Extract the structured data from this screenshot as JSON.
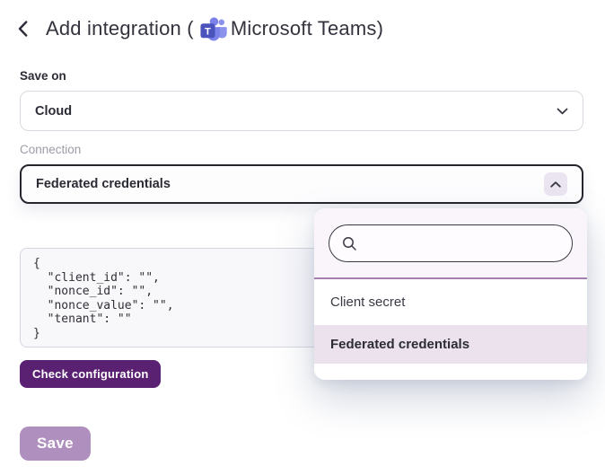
{
  "header": {
    "title_prefix": "Add integration (",
    "title_brand": "Microsoft Teams",
    "title_suffix": ")"
  },
  "fields": {
    "save_on": {
      "label": "Save on",
      "value": "Cloud"
    },
    "connection": {
      "label": "Connection",
      "value": "Federated credentials"
    }
  },
  "dropdown": {
    "search_value": "",
    "options": [
      {
        "label": "Client secret"
      },
      {
        "label": "Federated credentials"
      }
    ],
    "selected_index": 1
  },
  "code_block": {
    "lines": [
      "{",
      "  \"client_id\": \"\",",
      "  \"nonce_id\": \"\",",
      "  \"nonce_value\": \"\",",
      "  \"tenant\": \"\"",
      "}"
    ]
  },
  "buttons": {
    "check_configuration": "Check configuration",
    "save": "Save"
  },
  "colors": {
    "accent_purple": "#5a2173",
    "save_muted_purple": "#ae8fbe",
    "selected_option_bg": "#ece2ed",
    "divider_purple": "#a57fb0",
    "teams_indigo": "#4b53bc",
    "teams_light_purple": "#7b83eb"
  }
}
